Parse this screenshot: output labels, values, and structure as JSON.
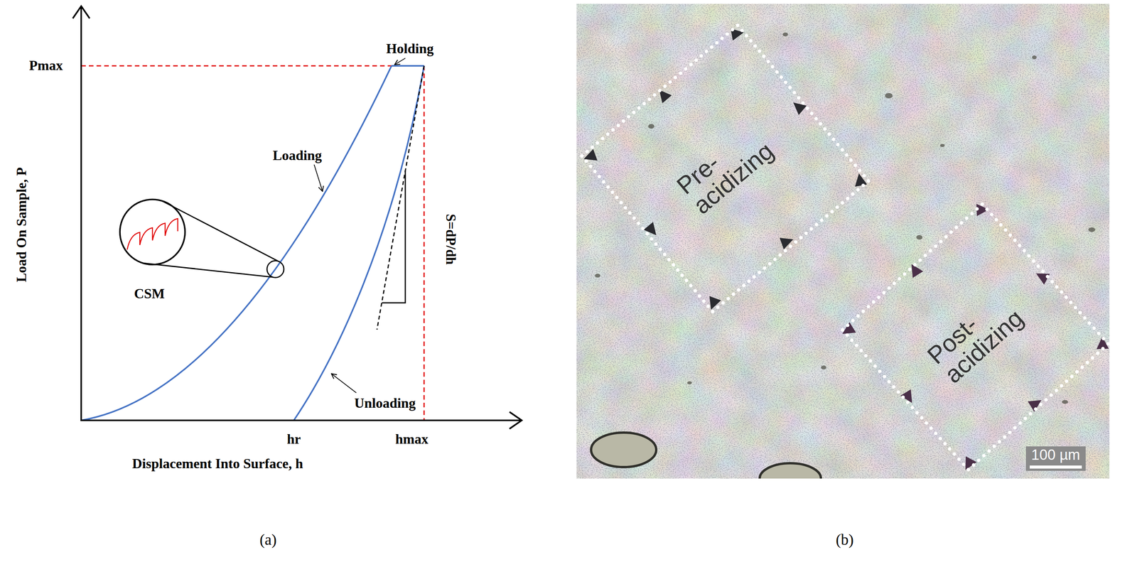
{
  "diagram": {
    "nodes": [
      {
        "text": [
          "Pre- acidizing"
        ]
      },
      {
        "text": [
          "Post- acidizing"
        ]
      },
      {
        "text": [
          "100 µm"
        ]
      }
    ],
    "labels": [
      "Pmax",
      "Holding",
      "Loading",
      "S=dP/dh",
      "CSM",
      "Load On Sample, P",
      "Unloading",
      "hr",
      "hmax",
      "Displacement Into Surface, h",
      "(a)",
      "(b)"
    ]
  }
}
